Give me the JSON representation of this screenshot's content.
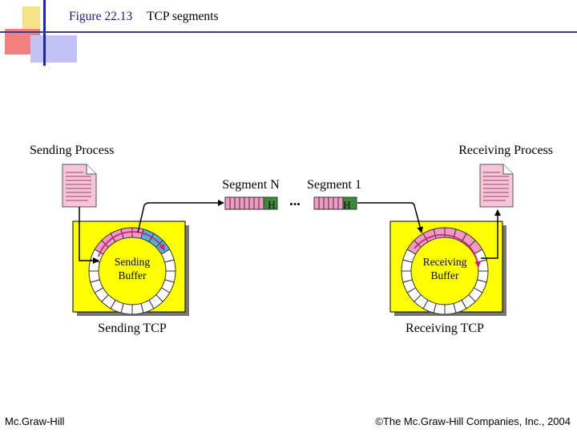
{
  "header": {
    "figure_number": "Figure 22.13",
    "figure_title": "TCP segments"
  },
  "diagram": {
    "sending_process_label": "Sending Process",
    "receiving_process_label": "Receiving Process",
    "sending_buffer_label": [
      "Sending",
      "Buffer"
    ],
    "receiving_buffer_label": [
      "Receiving",
      "Buffer"
    ],
    "sending_tcp_label": "Sending TCP",
    "receiving_tcp_label": "Receiving TCP",
    "segment_n_label": "Segment N",
    "segment_1_label": "Segment 1",
    "header_marker": "H",
    "ellipsis": "•••"
  },
  "colors": {
    "tcp_box": "#ffff00",
    "written_slot": "#f29ac4",
    "sent_slot": "#4db3d8",
    "segment_data": "#f29ac4",
    "segment_header": "#3a8a3a",
    "document": "#f6c6d8",
    "arrow_curve": "#d0207a"
  },
  "footer": {
    "left": "Mc.Graw-Hill",
    "right": "©The Mc.Graw-Hill Companies, Inc., 2004"
  }
}
